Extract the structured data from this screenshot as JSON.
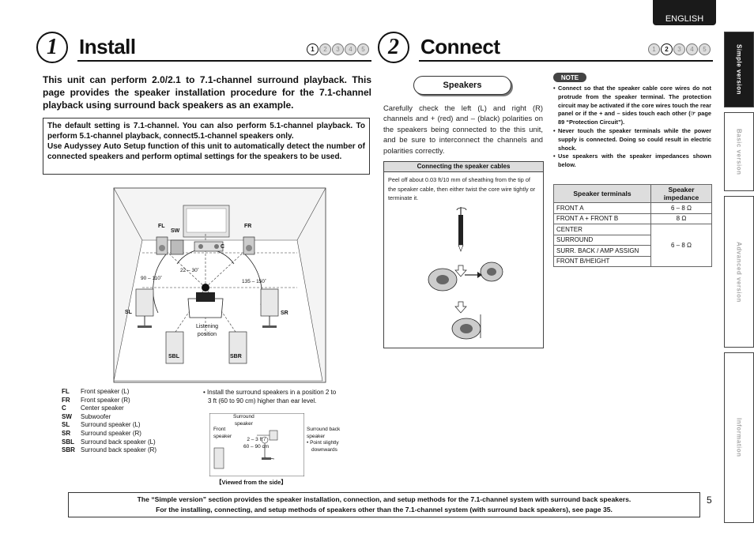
{
  "header": {
    "language": "ENGLISH",
    "page_number": "5"
  },
  "side_tabs": [
    {
      "label": "Simple version",
      "active": true
    },
    {
      "label": "Basic version",
      "active": false
    },
    {
      "label": "Advanced version",
      "active": false
    },
    {
      "label": "Information",
      "active": false
    }
  ],
  "install": {
    "step": "1",
    "title": "Install",
    "steps_nav": [
      "1",
      "2",
      "3",
      "4",
      "5"
    ],
    "intro": "This unit can perform 2.0/2.1 to 7.1-channel surround playback. This page provides the speaker installation procedure for the 7.1-channel playback using surround back speakers as an example.",
    "box_line1": "The default setting is 7.1-channel. You can also perform 5.1-channel playback. To perform 5.1-channel playback, connect5.1-channel speakers only.",
    "box_line2": "Use Audyssey Auto Setup function of this unit to automatically detect the number of connected speakers and perform optimal settings for the speakers to be used.",
    "diagram": {
      "fl": "FL",
      "fr": "FR",
      "sw": "SW",
      "c": "C",
      "sl": "SL",
      "sr": "SR",
      "sbl": "SBL",
      "sbr": "SBR",
      "angle_front": "22 – 30˚",
      "angle_left": "90 – 110˚",
      "angle_right": "135 – 150˚",
      "listening_1": "Listening",
      "listening_2": "position"
    },
    "legend": [
      {
        "abbr": "FL",
        "desc": "Front speaker (L)"
      },
      {
        "abbr": "FR",
        "desc": "Front speaker (R)"
      },
      {
        "abbr": "C",
        "desc": "Center speaker"
      },
      {
        "abbr": "SW",
        "desc": "Subwoofer"
      },
      {
        "abbr": "SL",
        "desc": "Surround speaker (L)"
      },
      {
        "abbr": "SR",
        "desc": "Surround speaker (R)"
      },
      {
        "abbr": "SBL",
        "desc": "Surround back speaker (L)"
      },
      {
        "abbr": "SBR",
        "desc": "Surround back speaker (R)"
      }
    ],
    "side_note_1": "• Install the surround speakers in a position 2 to",
    "side_note_2": "3 ft (60 to 90 cm) higher than ear level.",
    "side_view": {
      "surround_1": "Surround",
      "surround_2": "speaker",
      "front_1": "Front",
      "front_2": "speaker",
      "height_1": "2 – 3 ft /",
      "height_2": "60 – 90 cm",
      "back_1": "Surround back",
      "back_2": "speaker",
      "back_3": "• Point slightly",
      "back_4": "downwards",
      "caption": "【Viewed from the side】"
    }
  },
  "connect": {
    "step": "2",
    "title": "Connect",
    "steps_nav": [
      "1",
      "2",
      "3",
      "4",
      "5"
    ],
    "speakers_label": "Speakers",
    "body": "Carefully check the left (L) and right (R) channels and + (red) and – (black) polarities on the speakers being connected to the this unit, and be sure to interconnect the channels and polarities correctly.",
    "cables_title": "Connecting the speaker cables",
    "cables_text": "Peel off about 0.03 ft/10 mm of sheathing from the tip of the speaker cable, then either twist the core wire tightly or terminate it.",
    "note_label": "NOTE",
    "notes": [
      "Connect so that the speaker cable core wires do not protrude from the speaker terminal. The protection circuit may be activated if the core wires touch the rear panel or if the + and – sides touch each other (☞ page 89 “Protection Circuit”).",
      "Never touch the speaker terminals while the power supply is connected. Doing so could result in electric shock.",
      "Use speakers with the speaker impedances shown below."
    ],
    "table": {
      "col1": "Speaker terminals",
      "col2a": "Speaker",
      "col2b": "impedance",
      "rows": [
        "FRONT A",
        "FRONT A + FRONT B",
        "CENTER",
        "SURROUND",
        "SURR. BACK / AMP ASSIGN",
        "FRONT B/HEIGHT"
      ],
      "imp1": "6 – 8 Ω",
      "imp2": "8 Ω",
      "imp3": "6 – 8 Ω"
    }
  },
  "footer": {
    "line1": "The “Simple version” section provides the speaker installation, connection, and setup methods for the 7.1-channel system with surround back speakers.",
    "line2": "For the installing, connecting, and setup methods of speakers other than the 7.1-channel system (with surround back speakers), see page 35."
  }
}
